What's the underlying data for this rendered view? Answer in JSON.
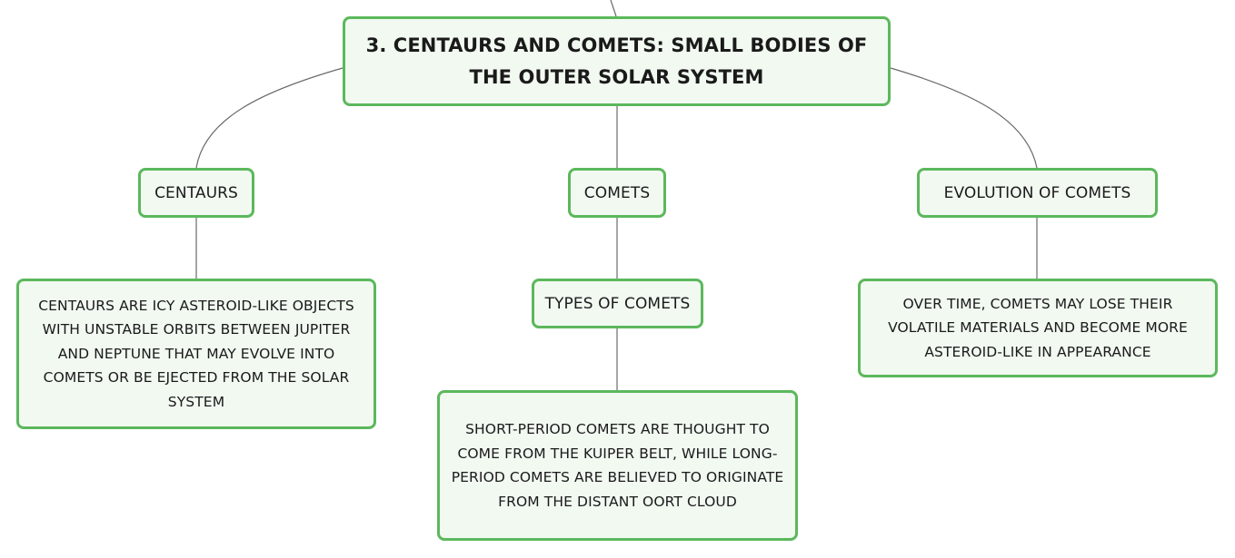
{
  "root": {
    "label": "3. CENTAURS AND COMETS: SMALL BODIES OF THE OUTER SOLAR SYSTEM"
  },
  "topics": {
    "centaurs": {
      "label": "CENTAURS",
      "detail": "CENTAURS ARE ICY ASTEROID-LIKE OBJECTS WITH UNSTABLE ORBITS BETWEEN JUPITER AND NEPTUNE THAT MAY EVOLVE INTO COMETS OR BE EJECTED FROM THE SOLAR SYSTEM"
    },
    "comets": {
      "label": "COMETS",
      "subtopic": {
        "label": "TYPES OF COMETS",
        "detail": "SHORT-PERIOD COMETS ARE THOUGHT TO COME FROM THE KUIPER BELT, WHILE LONG-PERIOD COMETS ARE BELIEVED TO ORIGINATE FROM THE DISTANT OORT CLOUD"
      }
    },
    "evolution": {
      "label": "EVOLUTION OF COMETS",
      "detail": "OVER TIME, COMETS MAY LOSE THEIR VOLATILE MATERIALS AND BECOME MORE ASTEROID-LIKE IN APPEARANCE"
    }
  },
  "colors": {
    "node_border": "#5cb85c",
    "node_fill": "#f1f9f1",
    "connector": "#6b6b6b",
    "text": "#1a1a1a"
  }
}
